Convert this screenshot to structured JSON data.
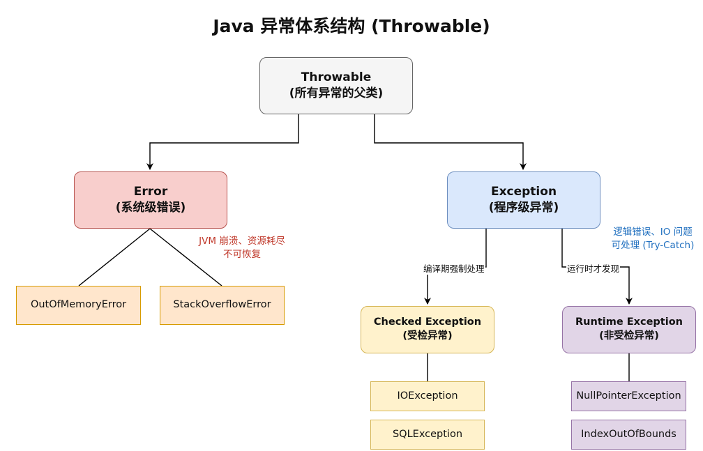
{
  "title": "Java 异常体系结构 (Throwable)",
  "nodes": {
    "throwable": {
      "line1": "Throwable",
      "line2": "(所有异常的父类)"
    },
    "error": {
      "line1": "Error",
      "line2": "(系统级错误)"
    },
    "exception": {
      "line1": "Exception",
      "line2": "(程序级异常)"
    },
    "checked": {
      "line1": "Checked Exception",
      "line2": "(受检异常)"
    },
    "runtime": {
      "line1": "Runtime Exception",
      "line2": "(非受检异常)"
    }
  },
  "error_children": [
    "OutOfMemoryError",
    "StackOverflowError"
  ],
  "checked_children": [
    "IOException",
    "SQLException"
  ],
  "runtime_children": [
    "NullPointerException",
    "IndexOutOfBounds"
  ],
  "notes": {
    "error_note": {
      "line1": "JVM 崩溃、资源耗尽",
      "line2": "不可恢复",
      "color": "#c0392b"
    },
    "exception_note": {
      "line1": "逻辑错误、IO 问题",
      "line2": "可处理 (Try-Catch)",
      "color": "#1f6fbf"
    }
  },
  "edge_labels": {
    "to_checked": "编译期强制处理",
    "to_runtime": "运行时才发现"
  }
}
